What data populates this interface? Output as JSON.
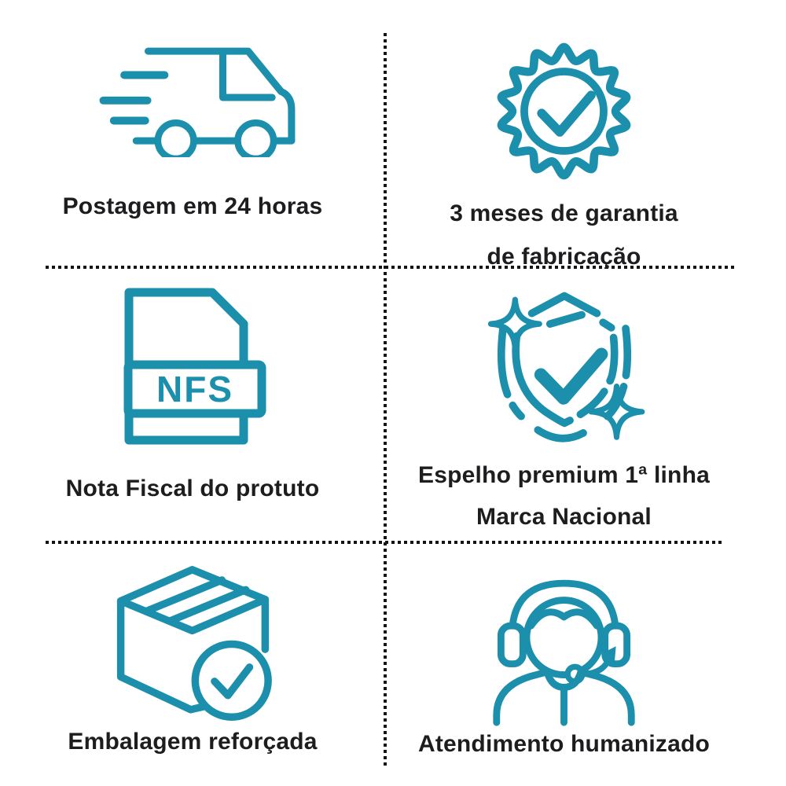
{
  "colors": {
    "accent": "#1b8fab",
    "text": "#1d1d1f",
    "divider": "#141414",
    "background": "#ffffff"
  },
  "features": [
    {
      "icon": "shipping-truck-icon",
      "label_line1": "Postagem em 24 horas",
      "label_line2": ""
    },
    {
      "icon": "warranty-seal-icon",
      "label_line1": "3 meses de garantia",
      "label_line2": "de fabricação"
    },
    {
      "icon": "invoice-document-icon",
      "label_line1": "Nota Fiscal do protuto",
      "label_line2": "",
      "badge_text": "NFS"
    },
    {
      "icon": "premium-shield-icon",
      "label_line1": "Espelho premium 1ª linha",
      "label_line2": "Marca Nacional"
    },
    {
      "icon": "reinforced-package-icon",
      "label_line1": "Embalagem reforçada",
      "label_line2": ""
    },
    {
      "icon": "support-agent-icon",
      "label_line1": "Atendimento humanizado",
      "label_line2": ""
    }
  ]
}
